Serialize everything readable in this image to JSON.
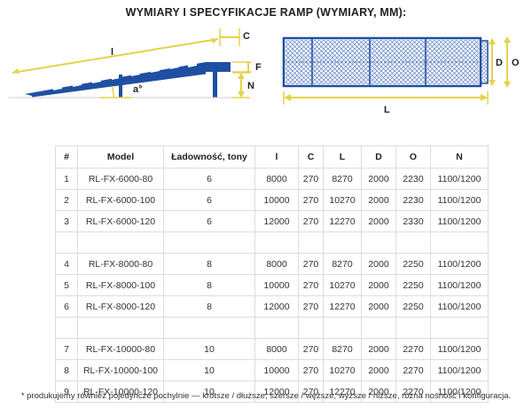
{
  "title": "WYMIARY I SPECYFIKACJE RAMP (WYMIARY, MM):",
  "diagram": {
    "side_labels": {
      "l": "l",
      "c": "C",
      "f": "F",
      "n": "N",
      "angle": "a°"
    },
    "top_labels": {
      "d_left": "D",
      "o": "O",
      "l": "L"
    },
    "colors": {
      "ramp": "#1f4fa3",
      "dimension": "#e6d24a",
      "label": "#222222"
    }
  },
  "table": {
    "headers": [
      "#",
      "Model",
      "Ładowność, tony",
      "l",
      "C",
      "L",
      "D",
      "O",
      "N"
    ],
    "rows": [
      [
        "1",
        "RL-FX-6000-80",
        "6",
        "8000",
        "270",
        "8270",
        "2000",
        "2230",
        "1100/1200"
      ],
      [
        "2",
        "RL-FX-6000-100",
        "6",
        "10000",
        "270",
        "10270",
        "2000",
        "2230",
        "1100/1200"
      ],
      [
        "3",
        "RL-FX-6000-120",
        "6",
        "12000",
        "270",
        "12270",
        "2000",
        "2330",
        "1100/1200"
      ],
      [
        "",
        "",
        "",
        "",
        "",
        "",
        "",
        "",
        ""
      ],
      [
        "4",
        "RL-FX-8000-80",
        "8",
        "8000",
        "270",
        "8270",
        "2000",
        "2250",
        "1100/1200"
      ],
      [
        "5",
        "RL-FX-8000-100",
        "8",
        "10000",
        "270",
        "10270",
        "2000",
        "2250",
        "1100/1200"
      ],
      [
        "6",
        "RL-FX-8000-120",
        "8",
        "12000",
        "270",
        "12270",
        "2000",
        "2250",
        "1100/1200"
      ],
      [
        "",
        "",
        "",
        "",
        "",
        "",
        "",
        "",
        ""
      ],
      [
        "7",
        "RL-FX-10000-80",
        "10",
        "8000",
        "270",
        "8270",
        "2000",
        "2270",
        "1100/1200"
      ],
      [
        "8",
        "RL-FX-10000-100",
        "10",
        "10000",
        "270",
        "10270",
        "2000",
        "2270",
        "1100/1200"
      ],
      [
        "9",
        "RL-FX-10000-120",
        "10",
        "12000",
        "270",
        "12270",
        "2000",
        "2270",
        "1100/1200"
      ]
    ]
  },
  "footnote": "* produkujemy również pojedyncze pochylnie — krótsze / dłuższe, szersze / węższe, wyższe / niższe, różna nośność i konfiguracja."
}
